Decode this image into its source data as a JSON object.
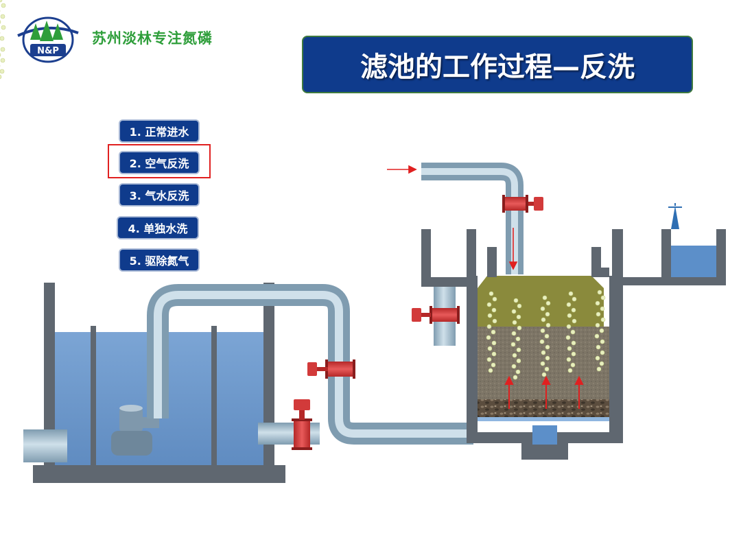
{
  "header": {
    "logo_text": "N&P",
    "company_name": "苏州淡林专注氮磷"
  },
  "title": "滤池的工作过程—反洗",
  "steps": [
    {
      "label": "1. 正常进水",
      "active": false
    },
    {
      "label": "2. 空气反洗",
      "active": true
    },
    {
      "label": "3. 气水反洗",
      "active": false
    },
    {
      "label": "4. 单独水洗",
      "active": false
    },
    {
      "label": "5. 驱除氮气",
      "active": false
    }
  ],
  "colors": {
    "title_bg": "#0f3b8c",
    "company_green": "#2e9e3a",
    "highlight_red": "#e02020",
    "water": "#5c8fc9",
    "pipe": "#a9c3d3",
    "valve": "#d23a3a",
    "wall": "#5f6770"
  }
}
